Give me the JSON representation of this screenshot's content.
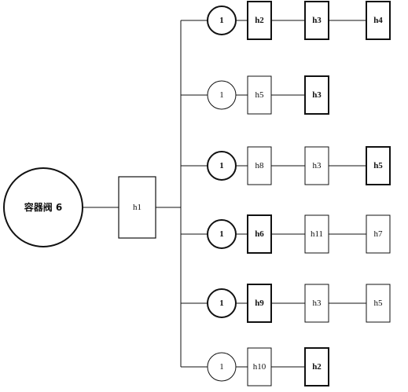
{
  "root": {
    "label": "容器阀 6"
  },
  "hub": {
    "label": "h1"
  },
  "branches": [
    {
      "circle": "1",
      "circle_bold": true,
      "boxes": [
        {
          "label": "h2",
          "bold": true
        },
        {
          "label": "h3",
          "bold": true
        },
        {
          "label": "h4",
          "bold": true
        }
      ]
    },
    {
      "circle": "1",
      "circle_bold": false,
      "boxes": [
        {
          "label": "h5",
          "bold": false
        },
        {
          "label": "h3",
          "bold": true
        }
      ]
    },
    {
      "circle": "1",
      "circle_bold": true,
      "boxes": [
        {
          "label": "h8",
          "bold": false
        },
        {
          "label": "h3",
          "bold": false
        },
        {
          "label": "h5",
          "bold": true
        }
      ]
    },
    {
      "circle": "1",
      "circle_bold": true,
      "boxes": [
        {
          "label": "h6",
          "bold": true
        },
        {
          "label": "h11",
          "bold": false
        },
        {
          "label": "h7",
          "bold": false
        }
      ]
    },
    {
      "circle": "1",
      "circle_bold": true,
      "boxes": [
        {
          "label": "h9",
          "bold": true
        },
        {
          "label": "h3",
          "bold": false
        },
        {
          "label": "h5",
          "bold": false
        }
      ]
    },
    {
      "circle": "1",
      "circle_bold": false,
      "boxes": [
        {
          "label": "h10",
          "bold": false
        },
        {
          "label": "h2",
          "bold": true
        }
      ]
    }
  ]
}
